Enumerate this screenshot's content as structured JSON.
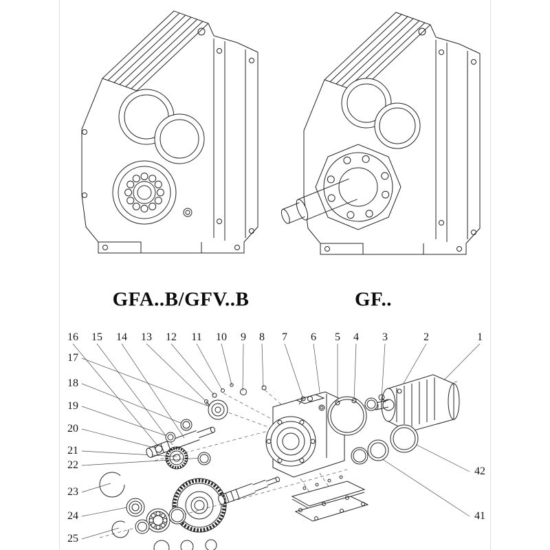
{
  "labels": {
    "left_model": "GFA..B/GFV..B",
    "right_model": "GF.."
  },
  "callouts": {
    "top": [
      "16",
      "15",
      "14",
      "13",
      "12",
      "11",
      "10",
      "9",
      "8",
      "7",
      "6",
      "5",
      "4",
      "3",
      "2",
      "1"
    ],
    "left": [
      "17",
      "18",
      "19",
      "20",
      "21",
      "22",
      "23",
      "24",
      "25"
    ],
    "right": [
      "42",
      "41"
    ]
  },
  "colors": {
    "ink": "#1a1a1a",
    "leader_line": "#4a4a4a",
    "page_edge": "#dedede"
  }
}
